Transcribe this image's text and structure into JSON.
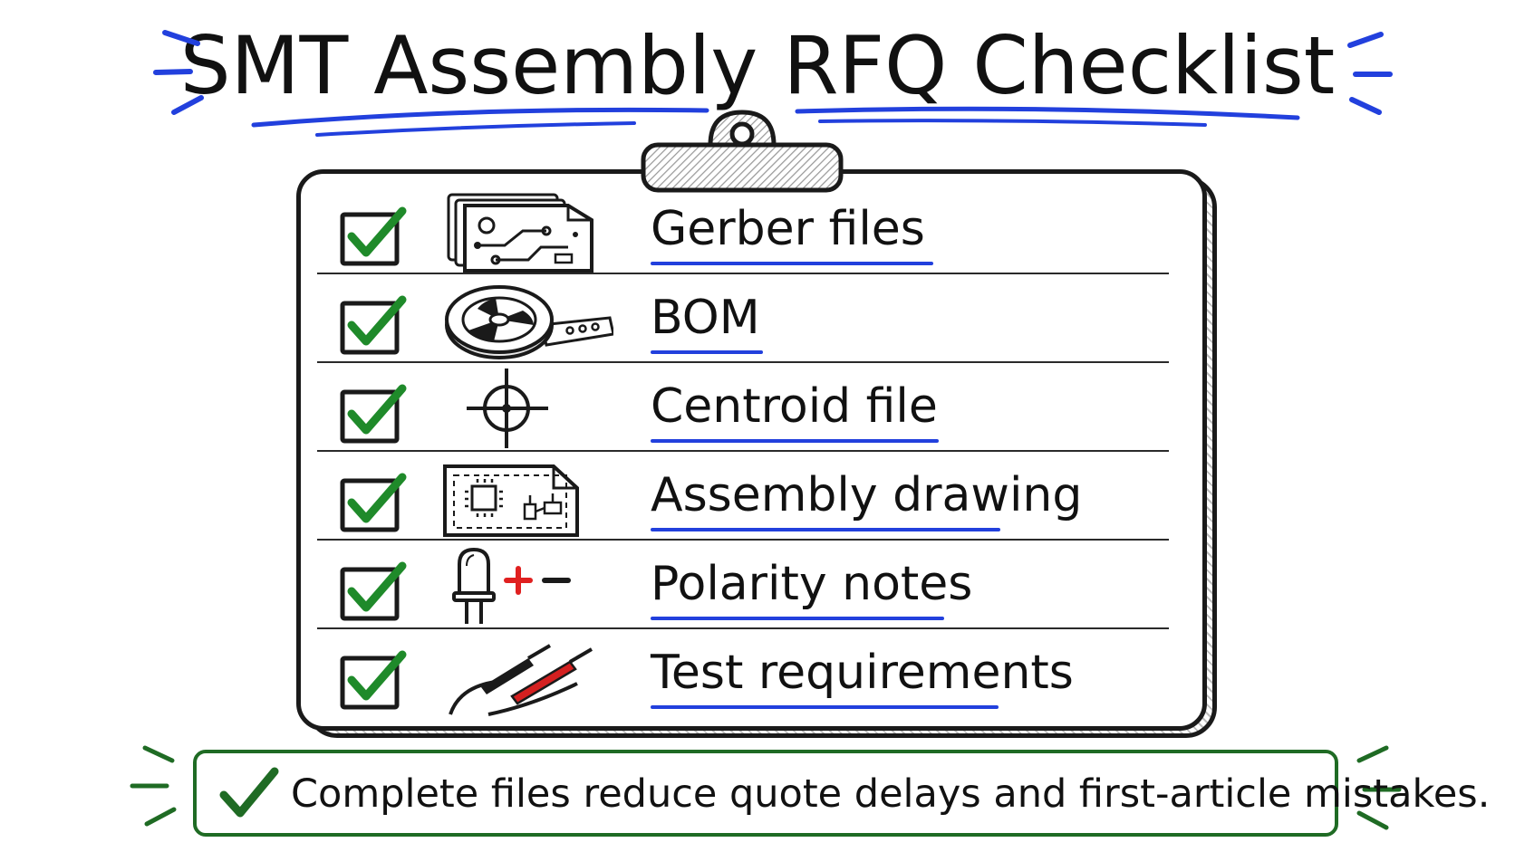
{
  "title": "SMT Assembly RFQ Checklist",
  "colors": {
    "ink": "#111111",
    "accent_blue": "#2240dd",
    "check_green": "#1f8a2a",
    "banner_green": "#1f6b24",
    "probe_red": "#d42020",
    "plus_red": "#e02020"
  },
  "checklist": [
    {
      "label": "Gerber files",
      "icon": "pcb-layers-icon",
      "checked": true
    },
    {
      "label": "BOM",
      "icon": "component-reel-icon",
      "checked": true
    },
    {
      "label": "Centroid file",
      "icon": "crosshair-icon",
      "checked": true
    },
    {
      "label": "Assembly drawing",
      "icon": "assembly-drawing-icon",
      "checked": true
    },
    {
      "label": "Polarity notes",
      "icon": "led-polarity-icon",
      "checked": true
    },
    {
      "label": "Test requirements",
      "icon": "test-probes-icon",
      "checked": true
    }
  ],
  "banner": {
    "text": "Complete files reduce quote delays and first-article mistakes."
  }
}
